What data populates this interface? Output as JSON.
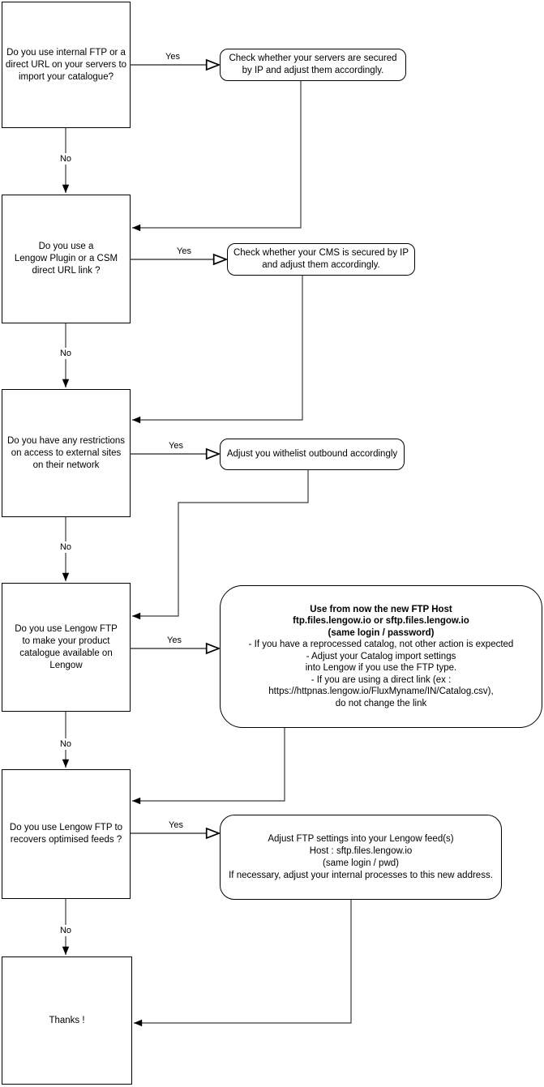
{
  "diagram": {
    "title": "Lengow FTP migration flowchart",
    "colors": {
      "stroke": "#000000",
      "background": "#ffffff",
      "text": "#000000"
    },
    "nodes": {
      "q1": {
        "type": "decision",
        "text": "Do you use internal FTP or a\ndirect URL on your servers to\nimport your catalogue?"
      },
      "act1": {
        "type": "action",
        "text": "Check whether your servers are secured\nby IP and adjust them accordingly."
      },
      "q2": {
        "type": "decision",
        "text": "Do you use a\nLengow Plugin or a CSM\ndirect URL link ?"
      },
      "act2": {
        "type": "action",
        "text": "Check whether your CMS is secured by IP\nand adjust them accordingly."
      },
      "q3": {
        "type": "decision",
        "text": "Do you have any restrictions\non access to external sites\non their network"
      },
      "act3": {
        "type": "action",
        "text": "Adjust you withelist outbound accordingly"
      },
      "q4": {
        "type": "decision",
        "text": "Do you use Lengow FTP\nto make your product\ncatalogue available on\nLengow"
      },
      "act4": {
        "type": "action",
        "bold_text": "Use from now the new FTP Host\nftp.files.lengow.io or sftp.files.lengow.io\n(same login / password)",
        "text": "- If you have a reprocessed catalog, not other action is expected\n- Adjust your Catalog import settings\ninto Lengow if you use the FTP type.\n- If you are using a direct link (ex :\nhttps://httpnas.lengow.io/FluxMyname/IN/Catalog.csv),\ndo not change the link"
      },
      "q5": {
        "type": "decision",
        "text": "Do you use Lengow FTP to\nrecovers optimised feeds ?"
      },
      "act5": {
        "type": "action",
        "text": "Adjust FTP settings into your Lengow feed(s)\nHost : sftp.files.lengow.io\n(same login / pwd)\nIf necessary, adjust your internal processes to this new address."
      },
      "end": {
        "type": "terminal",
        "text": "Thanks !"
      }
    },
    "labels": {
      "yes1": "Yes",
      "no1": "No",
      "yes2": "Yes",
      "no2": "No",
      "yes3": "Yes",
      "no3": "No",
      "yes4": "Yes",
      "no4": "No",
      "yes5": "Yes",
      "no5": "No"
    }
  }
}
